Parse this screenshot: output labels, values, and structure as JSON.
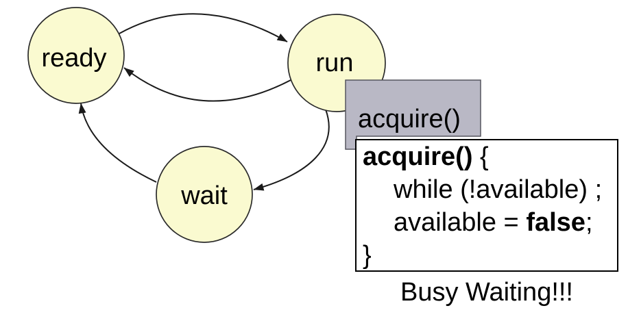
{
  "colors": {
    "background": "#FFFFFF",
    "node_fill": "#FAFAD0",
    "node_stroke": "#2B2B2B",
    "callout_fill": "#B9B8C5",
    "callout_stroke": "#55555F",
    "arrow": "#1A1A1A",
    "code_box_border": "#000000",
    "text": "#000000"
  },
  "diagram": {
    "type": "state-diagram",
    "nodes": [
      {
        "id": "ready",
        "label": "ready"
      },
      {
        "id": "run",
        "label": "run"
      },
      {
        "id": "wait",
        "label": "wait"
      }
    ],
    "edges": [
      {
        "from": "ready",
        "to": "run"
      },
      {
        "from": "run",
        "to": "ready"
      },
      {
        "from": "run",
        "to": "wait"
      },
      {
        "from": "wait",
        "to": "ready"
      }
    ]
  },
  "callout": {
    "label": "acquire()"
  },
  "code_box": {
    "line1_bold": "acquire()",
    "line1_rest": " {",
    "line2": "while (!available) ;",
    "line3_pre": "available = ",
    "line3_bold": "false",
    "line3_post": ";",
    "line4": "}"
  },
  "caption": "Busy Waiting!!!"
}
